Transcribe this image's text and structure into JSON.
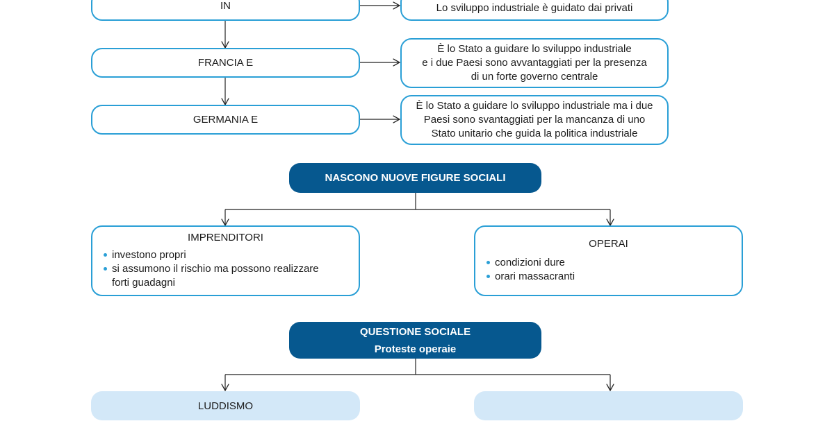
{
  "countries": [
    {
      "label": "IN",
      "description": [
        "Lo sviluppo industriale è guidato dai privati"
      ]
    },
    {
      "label": "FRANCIA E",
      "description": [
        "È lo Stato a guidare lo sviluppo industriale",
        "e i due Paesi sono avvantaggiati per la presenza",
        "di un forte governo centrale"
      ]
    },
    {
      "label": "GERMANIA E",
      "description": [
        "È lo Stato a guidare lo sviluppo industriale ma i due",
        "Paesi sono svantaggiati per la mancanza di uno",
        "Stato unitario che guida la politica industriale"
      ]
    }
  ],
  "figures": {
    "title": "NASCONO NUOVE FIGURE SOCIALI",
    "left": {
      "title": "IMPRENDITORI",
      "items": [
        "investono propri",
        "si assumono il rischio ma possono realizzare",
        "forti guadagni"
      ]
    },
    "right": {
      "title": "OPERAI",
      "items": [
        "condizioni dure",
        "orari massacranti"
      ]
    }
  },
  "question": {
    "title": "QUESTIONE SOCIALE",
    "subtitle": "Proteste operaie",
    "left": "LUDDISMO",
    "right": ""
  }
}
